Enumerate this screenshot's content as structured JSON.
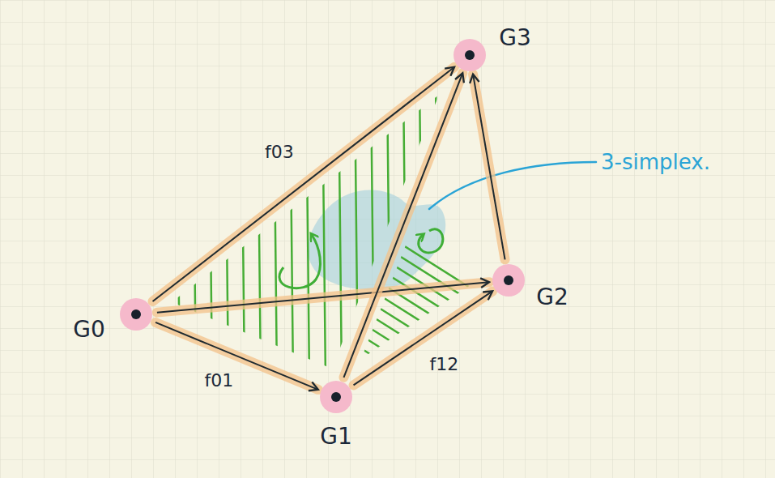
{
  "diagram": {
    "nodes": [
      {
        "text": [
          "G0"
        ]
      },
      {
        "text": [
          "G1"
        ]
      },
      {
        "text": [
          "G2"
        ]
      },
      {
        "text": [
          "G3"
        ]
      }
    ],
    "edges": [
      {
        "from": 0,
        "to": 1,
        "label": "f01",
        "arrow": "to"
      },
      {
        "from": 1,
        "to": 2,
        "label": "f12",
        "arrow": "to"
      },
      {
        "from": 0,
        "to": 3,
        "label": "f03",
        "arrow": "to"
      },
      {
        "from": 0,
        "to": 2,
        "arrow": "to"
      },
      {
        "from": 1,
        "to": 3,
        "arrow": "to"
      },
      {
        "from": 2,
        "to": 3,
        "arrow": "to"
      }
    ],
    "labels": [
      "3-simplex."
    ]
  }
}
